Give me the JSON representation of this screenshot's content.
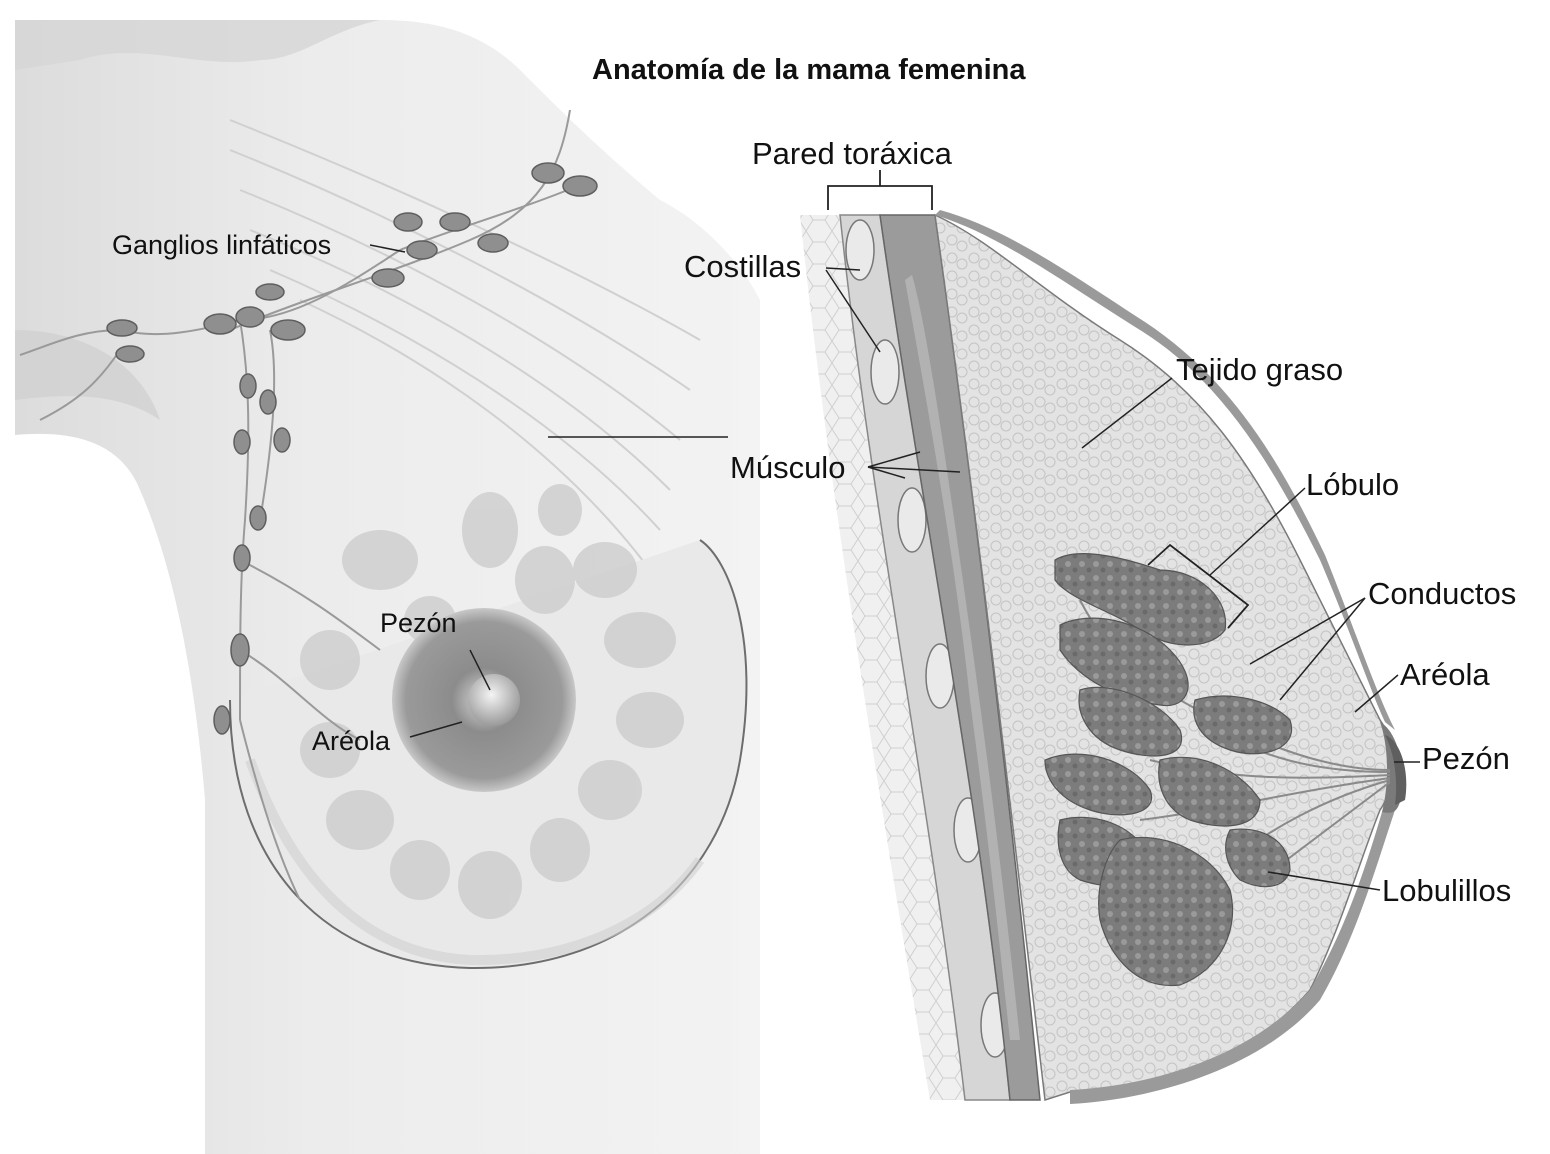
{
  "title": "Anatomía de la mama femenina",
  "labels": {
    "ganglios": "Ganglios linfáticos",
    "pezon_front": "Pezón",
    "areola_front": "Aréola",
    "pared_toraxica": "Pared toráxica",
    "costillas": "Costillas",
    "musculo": "Músculo",
    "tejido_graso": "Tejido graso",
    "lobulo": "Lóbulo",
    "conductos": "Conductos",
    "areola_side": "Aréola",
    "pezon_side": "Pezón",
    "lobulillos": "Lobulillos"
  }
}
